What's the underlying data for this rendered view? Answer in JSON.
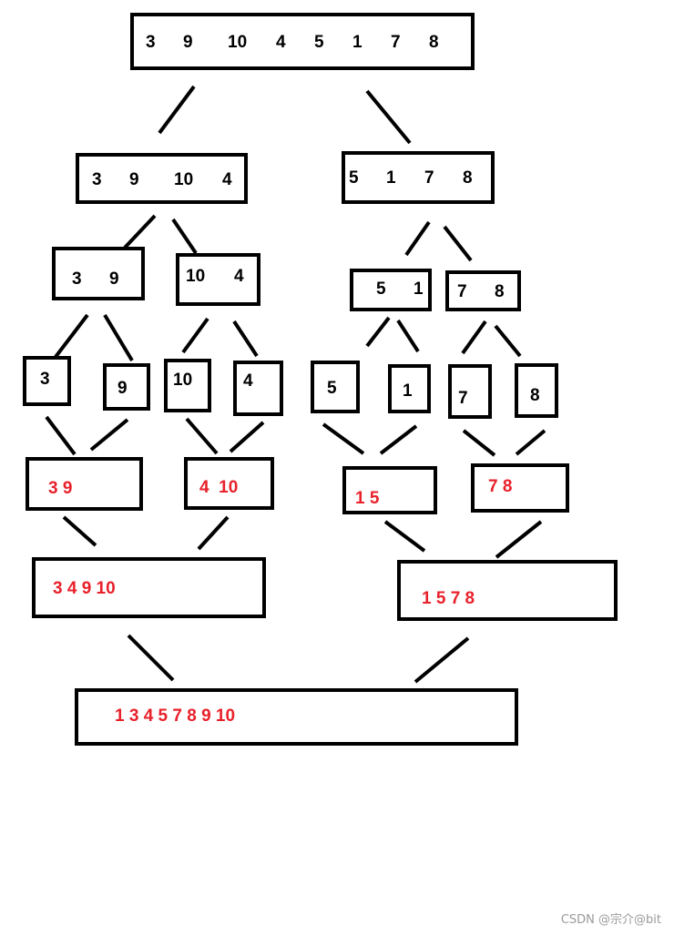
{
  "colors": {
    "split": "#000000",
    "merged": "#e8212b",
    "watermark": "#9a9a9a"
  },
  "split": {
    "root": [
      "3",
      "9",
      "10",
      "4",
      "5",
      "1",
      "7",
      "8"
    ],
    "left": [
      "3",
      "9",
      "10",
      "4"
    ],
    "right": [
      "5",
      "1",
      "7",
      "8"
    ],
    "pair_3_9": [
      "3",
      "9"
    ],
    "pair_10_4": [
      "10",
      "4"
    ],
    "pair_5_1": [
      "5",
      "1"
    ],
    "pair_7_8": [
      "7",
      "8"
    ],
    "leaf_3": "3",
    "leaf_9": "9",
    "leaf_10": "10",
    "leaf_4": "4",
    "leaf_5": "5",
    "leaf_1": "1",
    "leaf_7": "7",
    "leaf_8": "8"
  },
  "merge": {
    "pair_3_9": "3 9",
    "pair_4_10": "4  10",
    "pair_1_5": "1 5",
    "pair_7_8": "7 8",
    "left_half": "3 4 9 10",
    "right_half": "1 5 7 8",
    "result": "1 3 4 5 7 8 9 10"
  },
  "watermark": "CSDN @宗介@bit"
}
